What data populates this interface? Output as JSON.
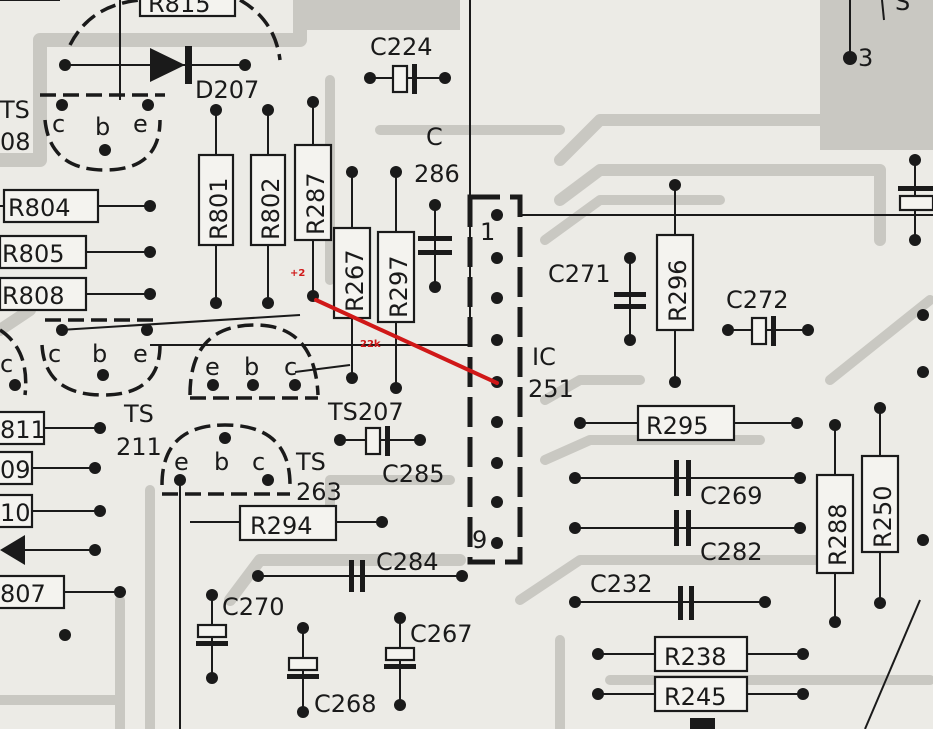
{
  "components": {
    "r815": "R815",
    "c224": "C224",
    "d207": "D207",
    "pin3": "3",
    "ts208_a": "TS",
    "ts208_b": "08",
    "c286_a": "C",
    "c286_b": "286",
    "r804": "R804",
    "r805": "R805",
    "r808": "R808",
    "r801": "R801",
    "r802": "R802",
    "r287": "R287",
    "r267": "R267",
    "r297": "R297",
    "c271": "C271",
    "r296": "R296",
    "c272": "C272",
    "ic_a": "IC",
    "ic_b": "251",
    "ic_pin1": "1",
    "ic_pin9": "9",
    "ts211_a": "TS",
    "ts211_b": "211",
    "ts207": "TS207",
    "ts263_a": "TS",
    "ts263_b": "263",
    "c285": "C285",
    "r295": "R295",
    "r811": "811",
    "r809": "09",
    "r810": "10",
    "r807": "807",
    "c269": "C269",
    "c282": "C282",
    "r288": "R288",
    "r250": "R250",
    "r294": "R294",
    "c284": "C284",
    "c232": "C232",
    "c270": "C270",
    "c267": "C267",
    "c268": "C268",
    "r238": "R238",
    "r245": "R245"
  },
  "pins": {
    "e": "e",
    "b": "b",
    "c": "c"
  },
  "annotations": {
    "plus2": "+2",
    "r22k": "22k",
    "marker_color": "#d01818"
  },
  "partial_top_right": "S"
}
